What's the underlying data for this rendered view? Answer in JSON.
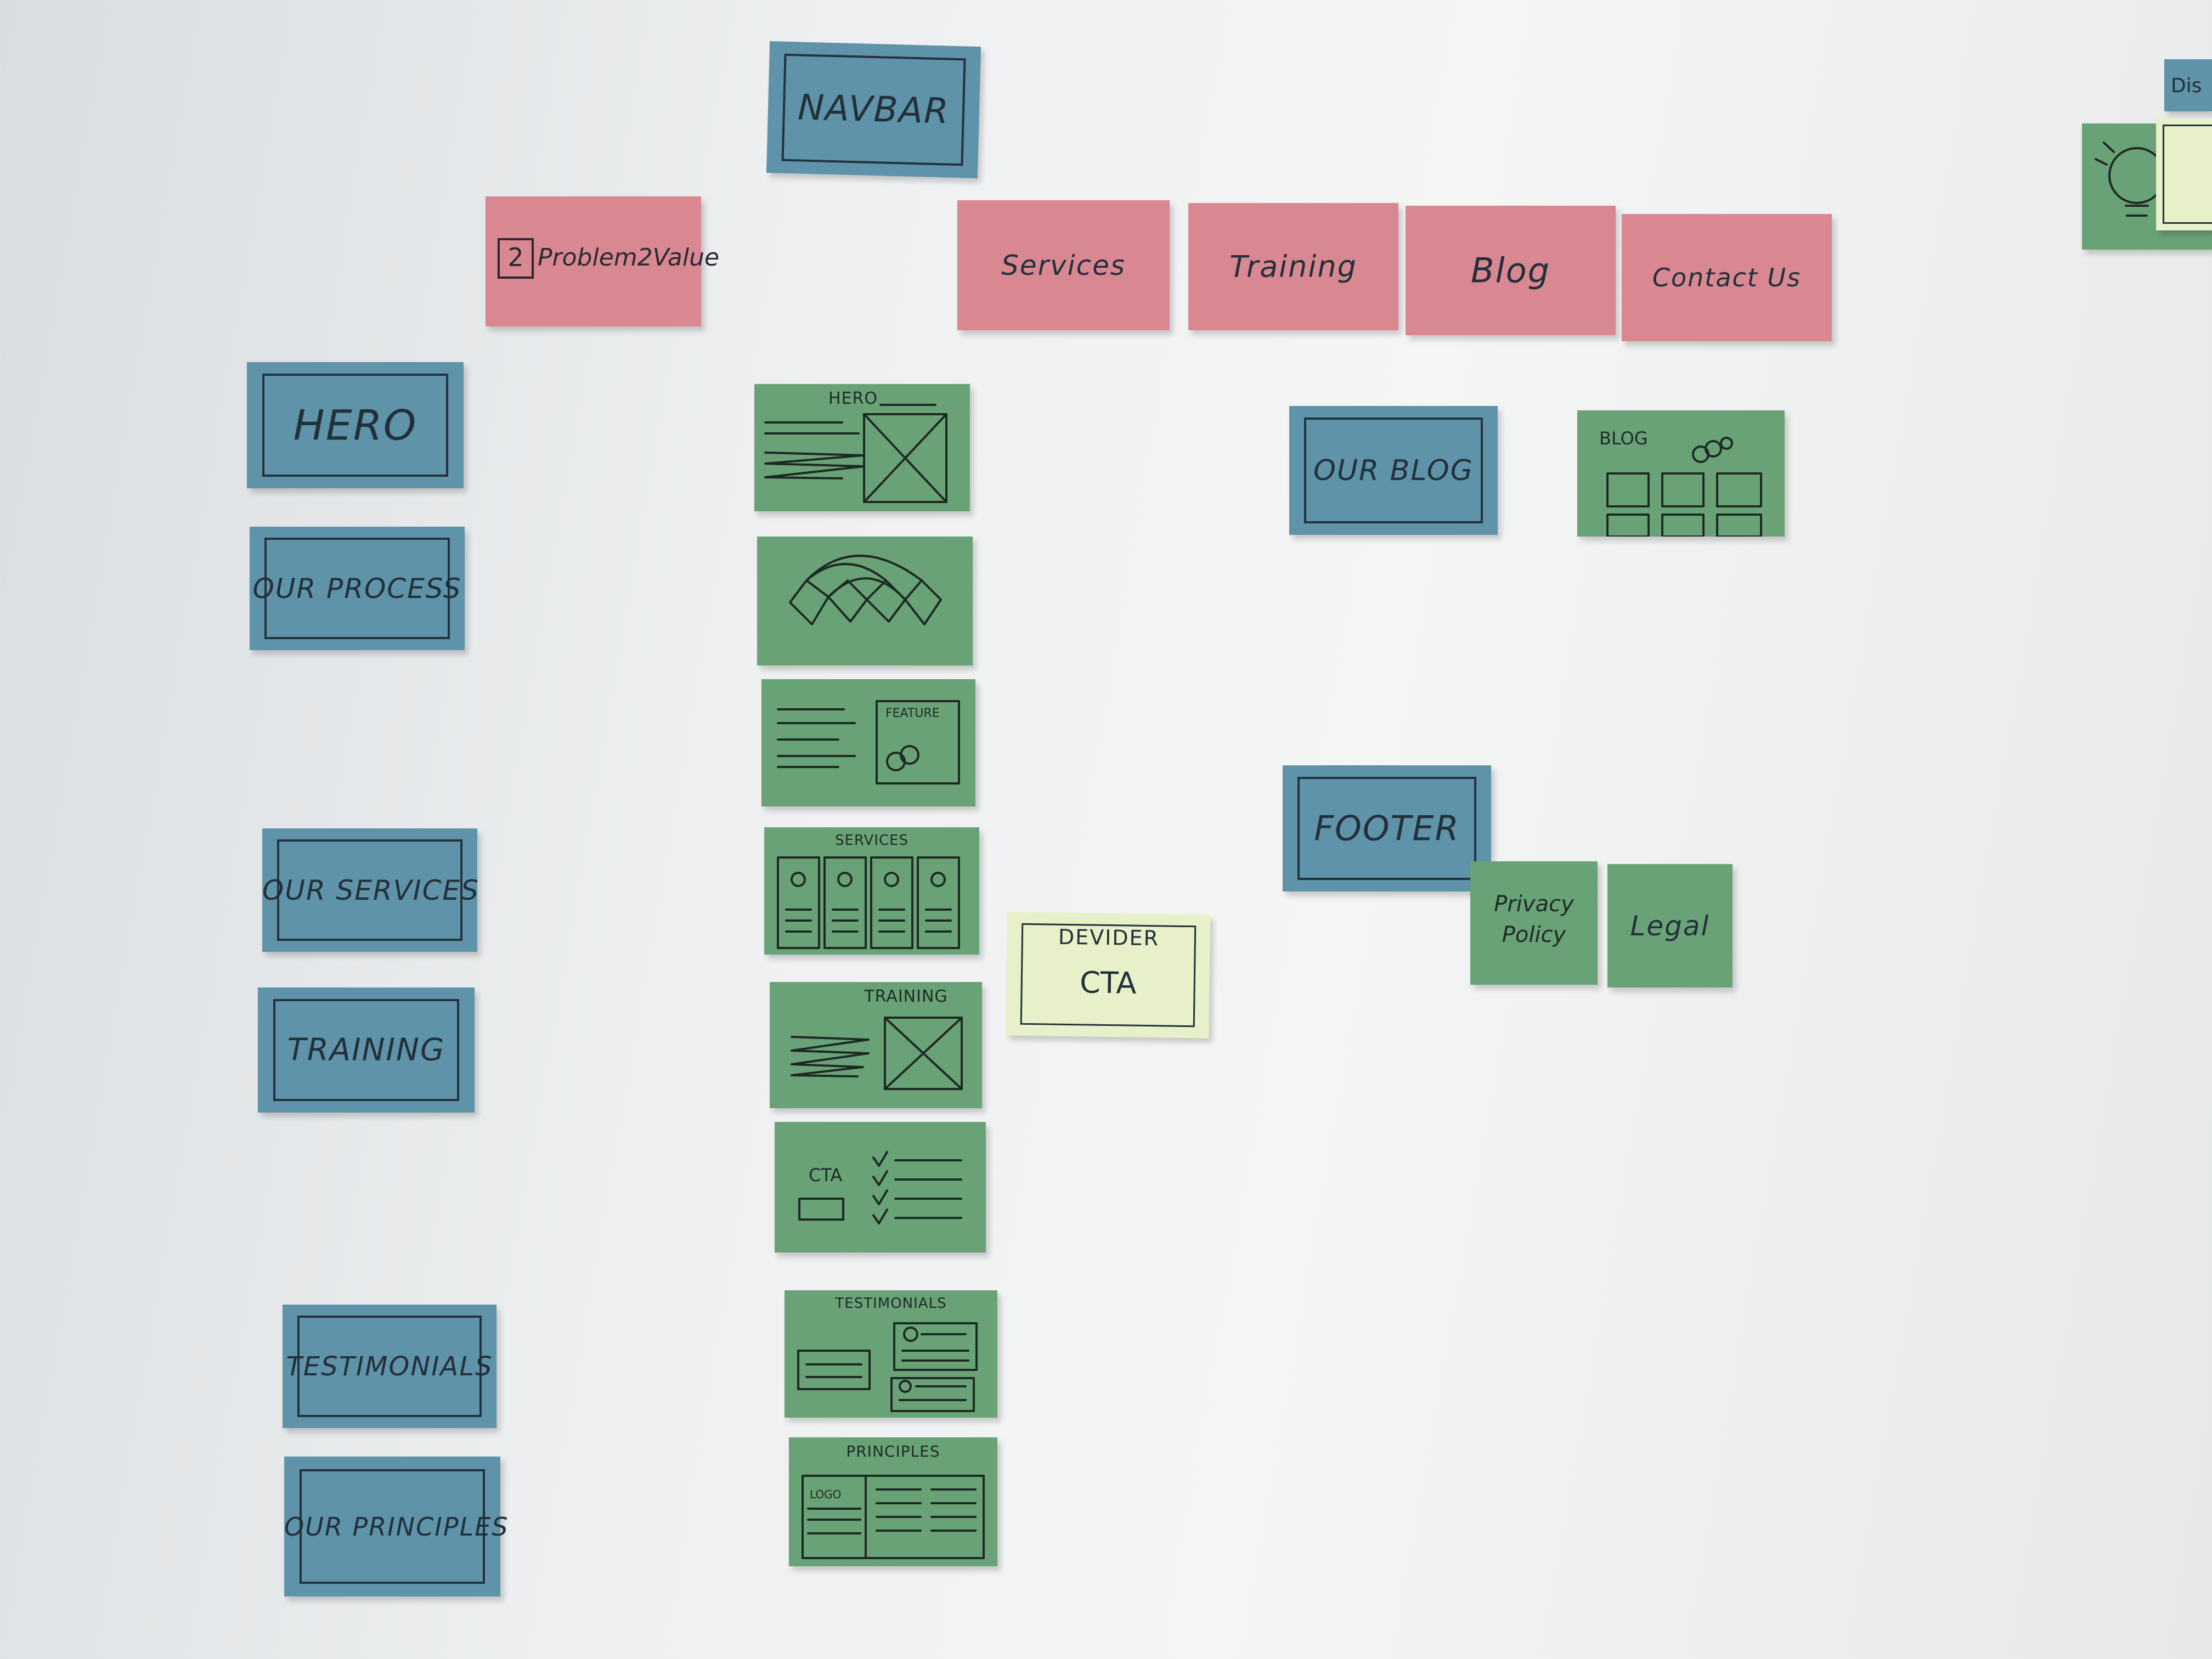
{
  "structure_notes": {
    "navbar": "NAVBAR",
    "hero": "HERO",
    "our_process": "OUR PROCESS",
    "our_services": "OUR SERVICES",
    "training": "TRAINING",
    "testimonials": "TESTIMONIALS",
    "our_principles": "OUR PRINCIPLES",
    "our_blog": "OUR BLOG",
    "footer": "FOOTER"
  },
  "nav_notes": {
    "logo": "Problem2Value",
    "logo_mark": "2",
    "services": "Services",
    "training": "Training",
    "blog": "Blog",
    "contact": "Contact Us"
  },
  "sketches": {
    "hero": "HERO",
    "feature": "FEATURE",
    "services": "SERVICES",
    "training": "TRAINING",
    "cta": "CTA",
    "testimonials": "TESTIMONIALS",
    "principles": "PRINCIPLES",
    "logo": "LOGO",
    "blog": "BLOG"
  },
  "divider_note": {
    "title": "DEVIDER",
    "cta": "CTA"
  },
  "footer_notes": {
    "privacy": "Privacy Policy",
    "legal": "Legal"
  },
  "edge_note": {
    "text": "Dis"
  },
  "colors": {
    "structure": "#5f93aa",
    "nav": "#d98892",
    "sketch": "#6aa278",
    "divider": "#e7f0c9"
  }
}
